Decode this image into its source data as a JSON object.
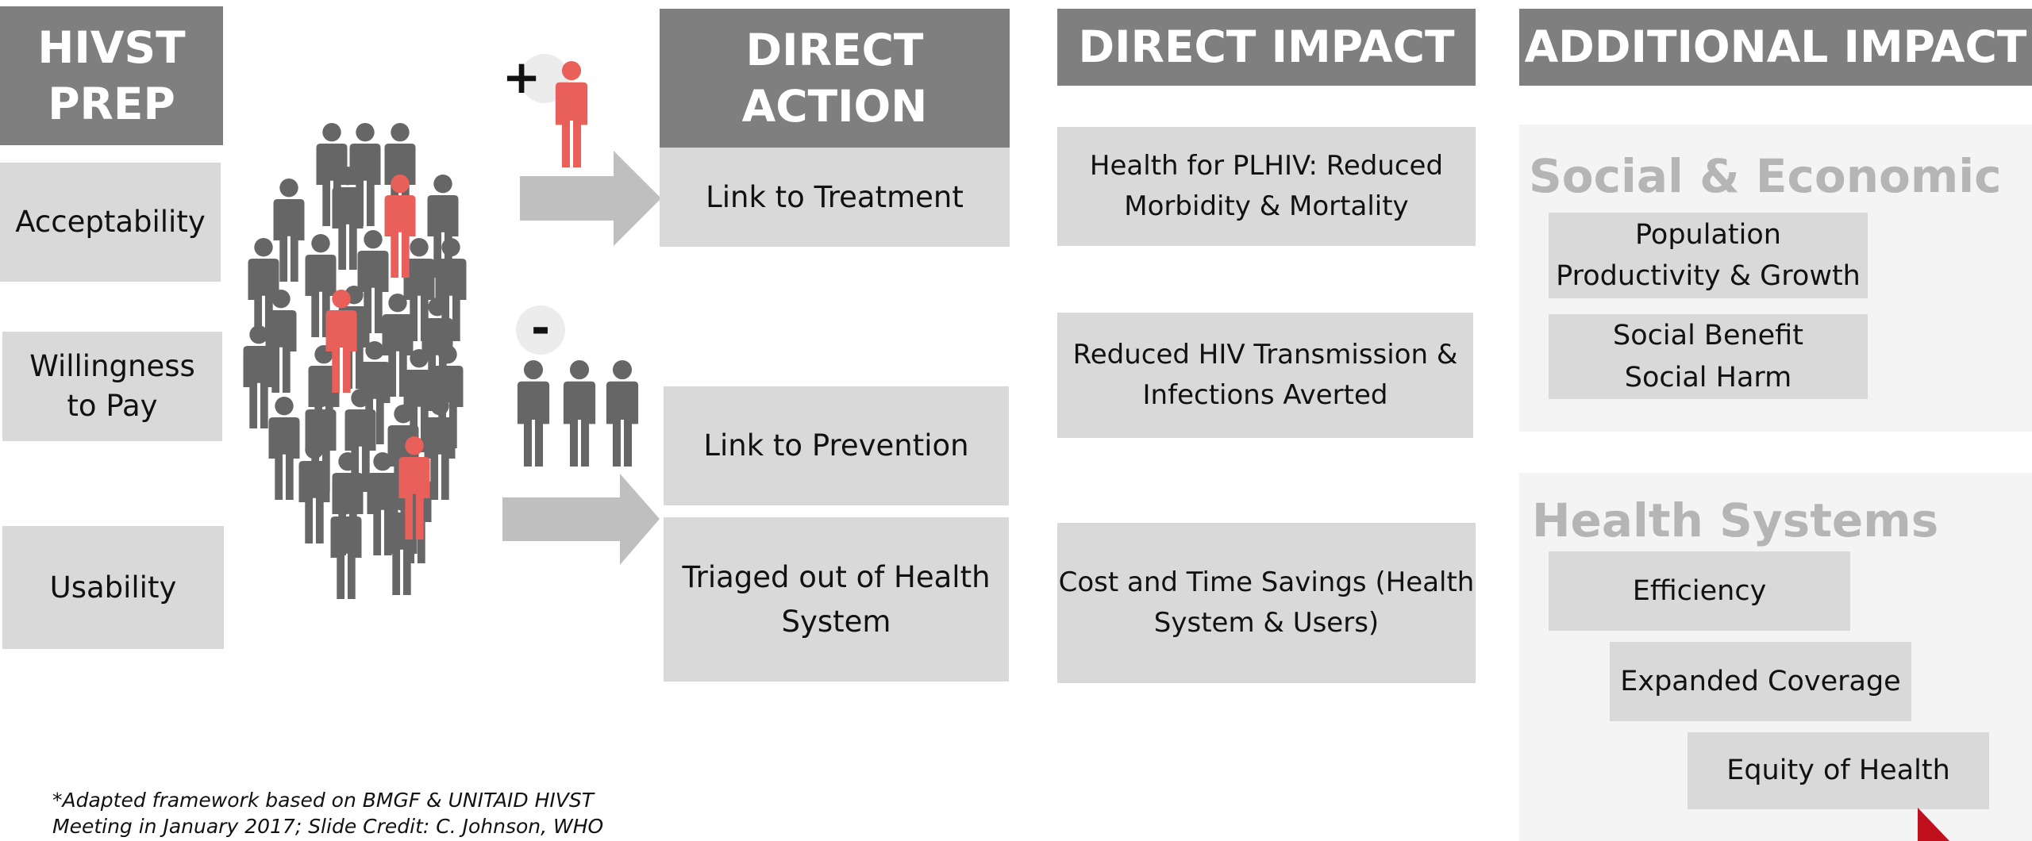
{
  "headers": {
    "hivst_prep": [
      "HIVST",
      "PREP"
    ],
    "direct_action": [
      "DIRECT",
      "ACTION"
    ],
    "direct_impact": "DIRECT IMPACT",
    "additional_impact": "ADDITIONAL IMPACT"
  },
  "prep_items": {
    "acceptability": "Acceptability",
    "willingness": [
      "Willingness",
      "to Pay"
    ],
    "usability": "Usability"
  },
  "signs": {
    "plus": "+",
    "minus": "-"
  },
  "direct_action": {
    "link_treatment": "Link to Treatment",
    "link_prevention": "Link to Prevention",
    "triaged": [
      "Triaged out of Health",
      "System"
    ]
  },
  "direct_impact": {
    "health_plhiv": [
      "Health for PLHIV: Reduced",
      "Morbidity & Mortality"
    ],
    "reduced_hiv": [
      "Reduced HIV Transmission &",
      "Infections Averted"
    ],
    "cost_time": [
      "Cost and Time Savings (Health",
      "System & Users)"
    ]
  },
  "additional_impact": {
    "social_economic_title": "Social & Economic",
    "population": [
      "Population",
      "Productivity & Growth"
    ],
    "social_benefit": [
      "Social Benefit",
      "Social Harm"
    ],
    "health_systems_title": "Health Systems",
    "efficiency": "Efficiency",
    "expanded_coverage": "Expanded Coverage",
    "equity": "Equity of Health"
  },
  "footnote": [
    "*Adapted framework based on BMGF & UNITAID HIVST",
    "Meeting in January 2017; Slide Credit: C. Johnson, WHO"
  ],
  "colors": {
    "header_gray": "#7f7f7f",
    "box_gray": "#d9d9d9",
    "panel_gray": "#f4f4f4",
    "title_gray": "#b5b5b5",
    "person_gray": "#666666",
    "person_red": "#e9605a",
    "arrow_gray": "#bfbfbf",
    "corner_red": "#c0101e"
  },
  "icons": [
    "person-icon",
    "arrow-right-icon"
  ]
}
